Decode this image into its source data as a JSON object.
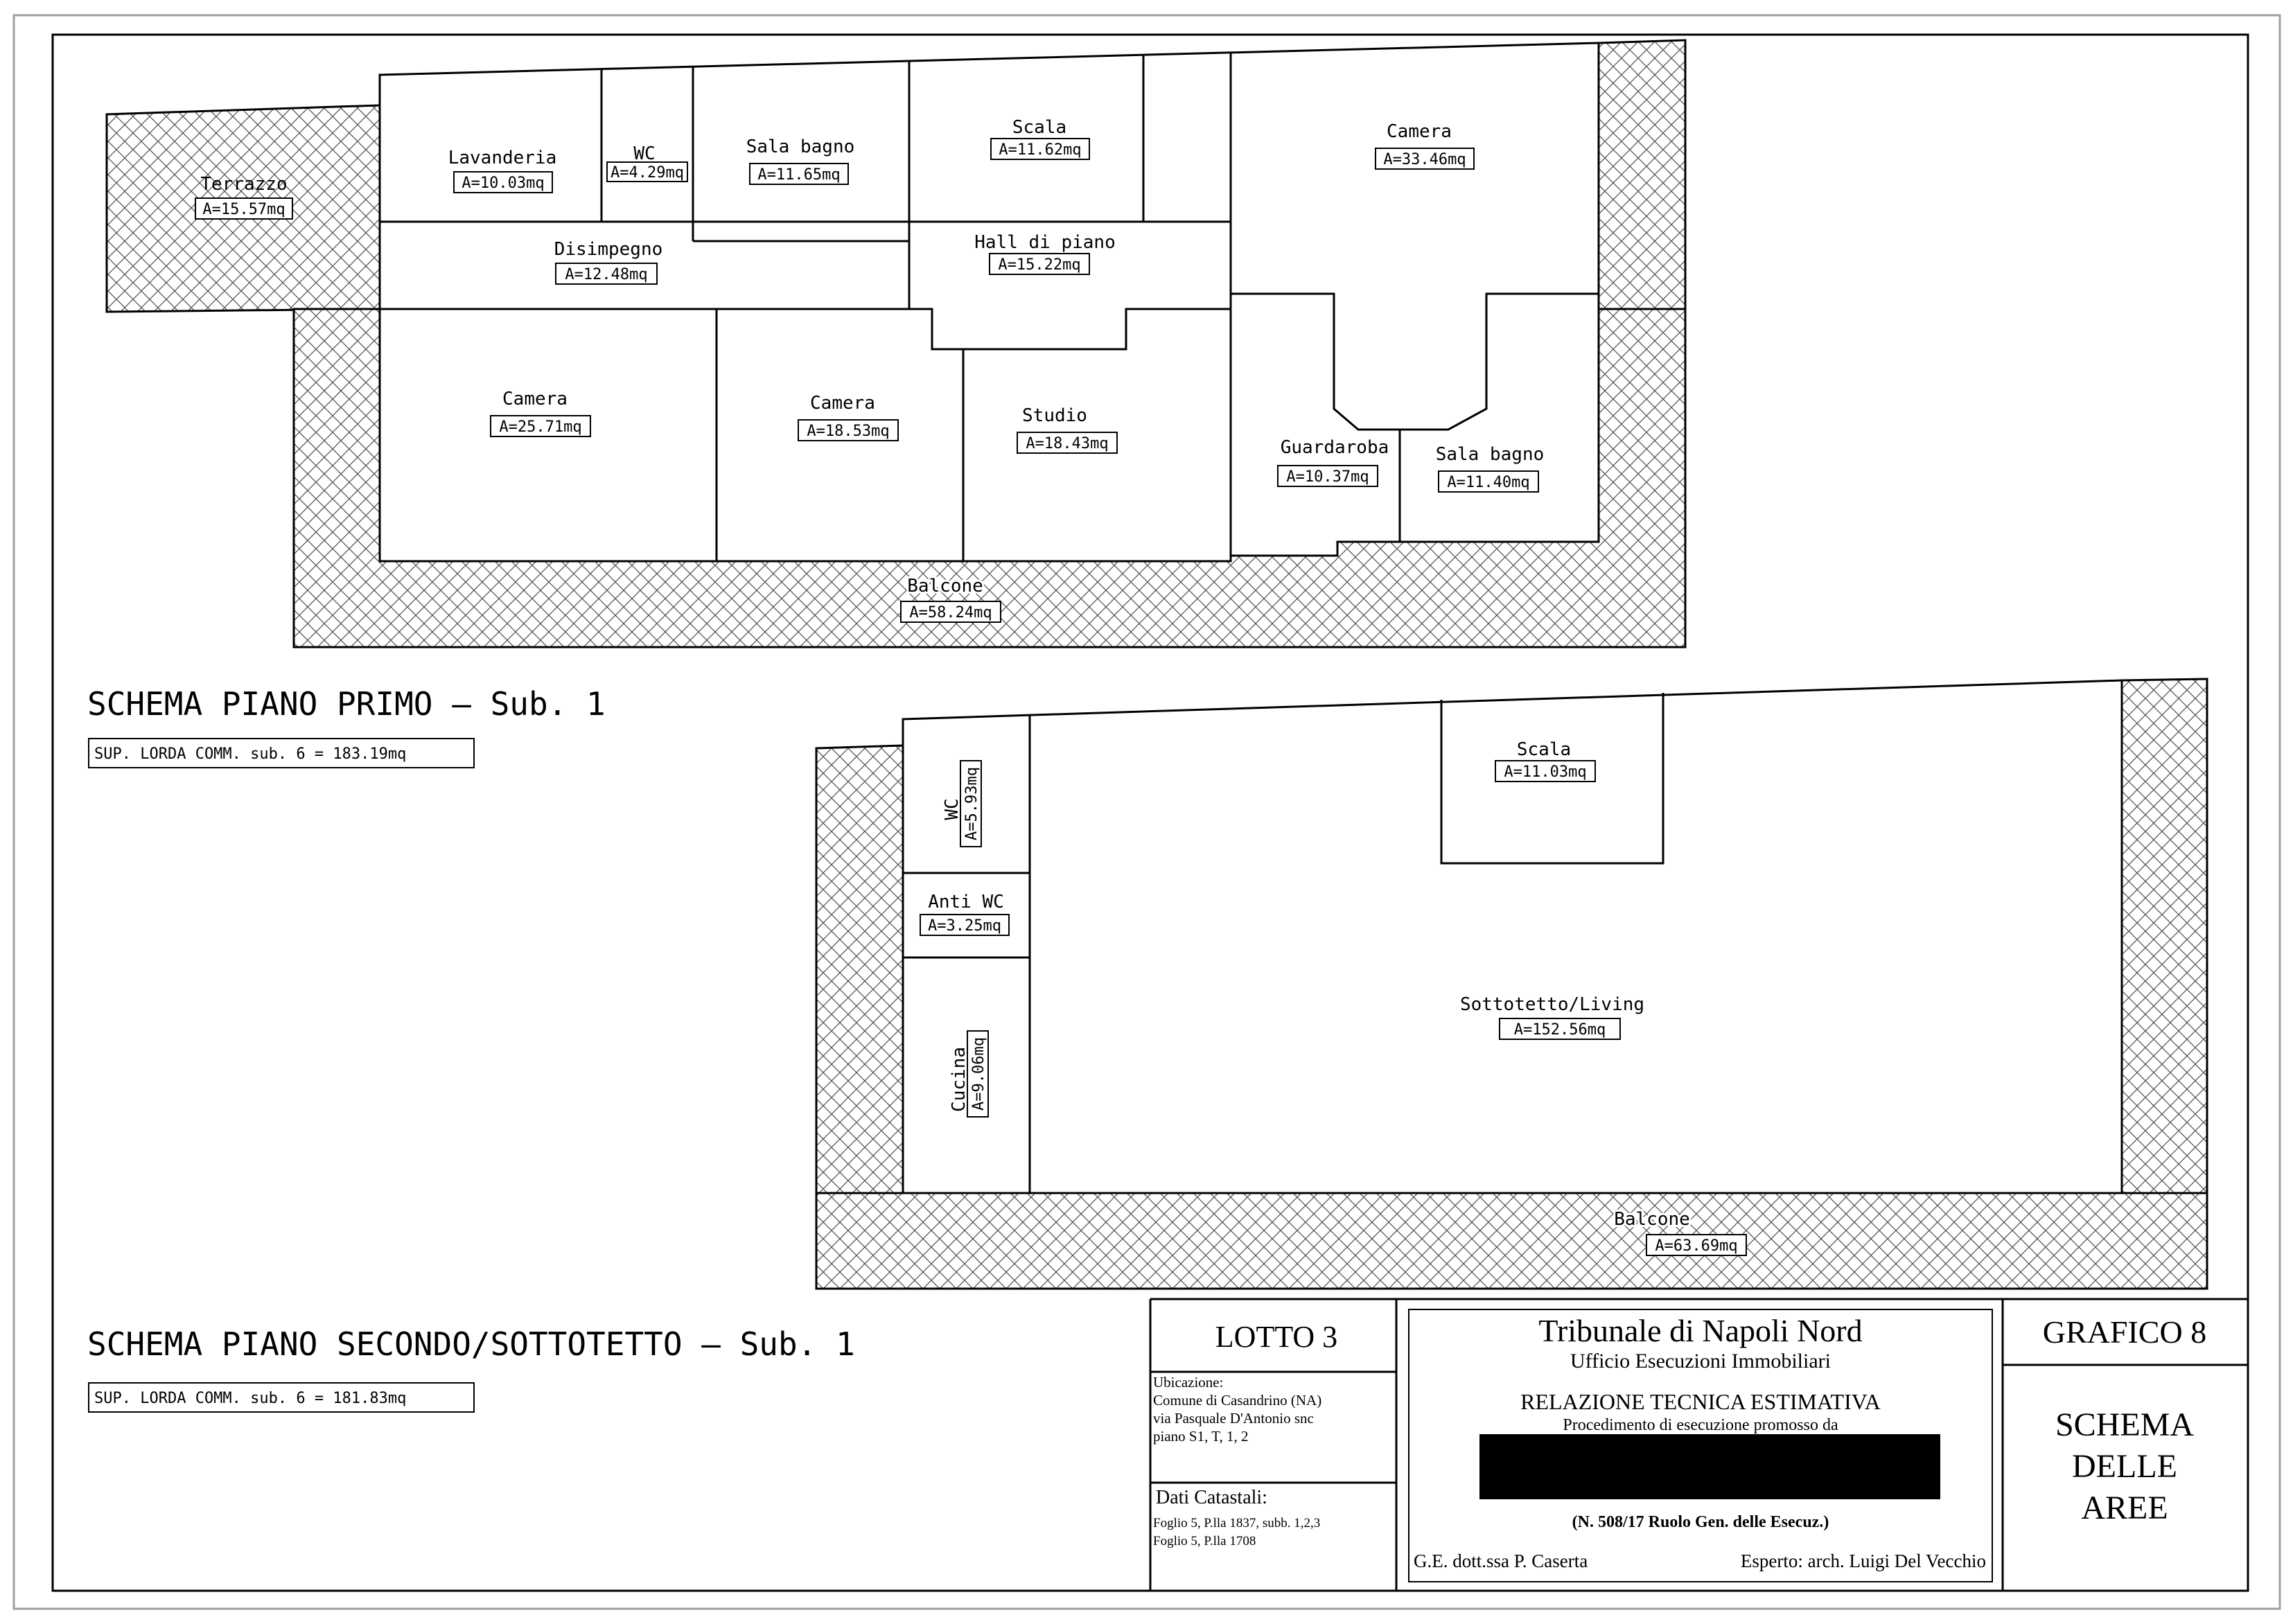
{
  "floor1": {
    "title": "SCHEMA PIANO PRIMO – Sub. 1",
    "surface": "SUP. LORDA COMM. sub. 6 = 183.19mq",
    "rooms": [
      {
        "name": "Terrazzo",
        "area": "A=15.57mq"
      },
      {
        "name": "Lavanderia",
        "area": "A=10.03mq"
      },
      {
        "name": "WC",
        "area": "A=4.29mq"
      },
      {
        "name": "Sala bagno",
        "area": "A=11.65mq"
      },
      {
        "name": "Scala",
        "area": "A=11.62mq"
      },
      {
        "name": "Camera",
        "area": "A=33.46mq"
      },
      {
        "name": "Disimpegno",
        "area": "A=12.48mq"
      },
      {
        "name": "Hall di piano",
        "area": "A=15.22mq"
      },
      {
        "name": "Camera",
        "area": "A=25.71mq"
      },
      {
        "name": "Camera",
        "area": "A=18.53mq"
      },
      {
        "name": "Studio",
        "area": "A=18.43mq"
      },
      {
        "name": "Guardaroba",
        "area": "A=10.37mq"
      },
      {
        "name": "Sala bagno",
        "area": "A=11.40mq"
      },
      {
        "name": "Balcone",
        "area": "A=58.24mq"
      }
    ]
  },
  "floor2": {
    "title": "SCHEMA PIANO SECONDO/SOTTOTETTO – Sub. 1",
    "surface": "SUP. LORDA COMM. sub. 6 = 181.83mq",
    "rooms": [
      {
        "name": "WC",
        "area": "A=5.93mq"
      },
      {
        "name": "Anti WC",
        "area": "A=3.25mq"
      },
      {
        "name": "Cucina",
        "area": "A=9.06mq"
      },
      {
        "name": "Scala",
        "area": "A=11.03mq"
      },
      {
        "name": "Sottotetto/Living",
        "area": "A=152.56mq"
      },
      {
        "name": "Balcone",
        "area": "A=63.69mq"
      }
    ]
  },
  "titleblock": {
    "lotto": "LOTTO 3",
    "location_label": "Ubicazione:",
    "location_lines": [
      "Comune di Casandrino (NA)",
      "via Pasquale D'Antonio snc",
      "piano S1, T, 1, 2"
    ],
    "catastal_label": "Dati Catastali:",
    "catastal_lines": [
      "Foglio 5, P.lla 1837, subb. 1,2,3",
      "Foglio 5, P.lla 1708"
    ],
    "court": "Tribunale di Napoli Nord",
    "office": "Ufficio Esecuzioni Immobiliari",
    "report": "RELAZIONE TECNICA ESTIMATIVA",
    "procedure": "Procedimento di esecuzione promosso da",
    "case_number": "(N. 508/17 Ruolo Gen. delle Esecuz.)",
    "judge": "G.E. dott.ssa P. Caserta",
    "expert": "Esperto: arch. Luigi Del Vecchio",
    "grafico": "GRAFICO 8",
    "schema_lines": [
      "SCHEMA",
      "DELLE",
      "AREE"
    ]
  },
  "colors": {
    "line": "#000000",
    "hatch": "#4a4a4a",
    "frame": "#999999",
    "redaction": "#000000"
  }
}
